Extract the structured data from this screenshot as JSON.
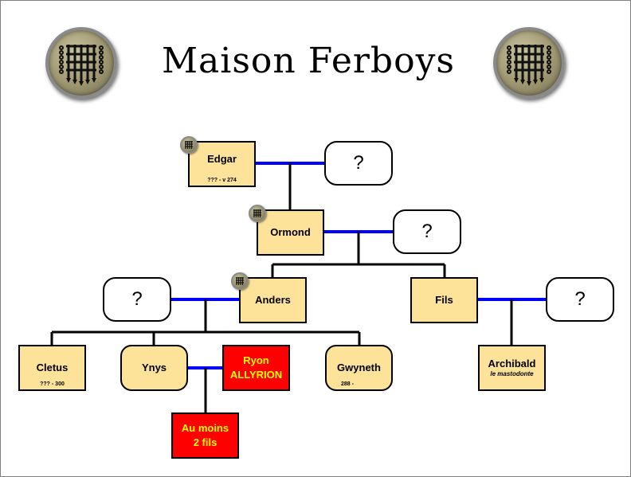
{
  "title": "Maison Ferboys",
  "emblem_icon": "portcullis-icon",
  "colors": {
    "person_fill": "#fde39a",
    "foreign_fill": "#ff0000",
    "foreign_text": "#ffff00",
    "marriage_line": "#0000ff",
    "descent_line": "#000000"
  },
  "people": {
    "edgar": {
      "name": "Edgar",
      "dates": "??? - v 274"
    },
    "ormond": {
      "name": "Ormond"
    },
    "anders": {
      "name": "Anders"
    },
    "fils": {
      "name": "Fils"
    },
    "cletus": {
      "name": "Cletus",
      "dates": "??? - 300"
    },
    "ynys": {
      "name": "Ynys"
    },
    "ryon": {
      "line1": "Ryon",
      "line2": "ALLYRION"
    },
    "gwyneth": {
      "name": "Gwyneth",
      "dates": "288 -"
    },
    "archibald": {
      "name": "Archibald",
      "epithet": "le mastodonte"
    },
    "au_moins": {
      "line1": "Au moins",
      "line2": "2 fils"
    }
  },
  "unknown_label": "?"
}
